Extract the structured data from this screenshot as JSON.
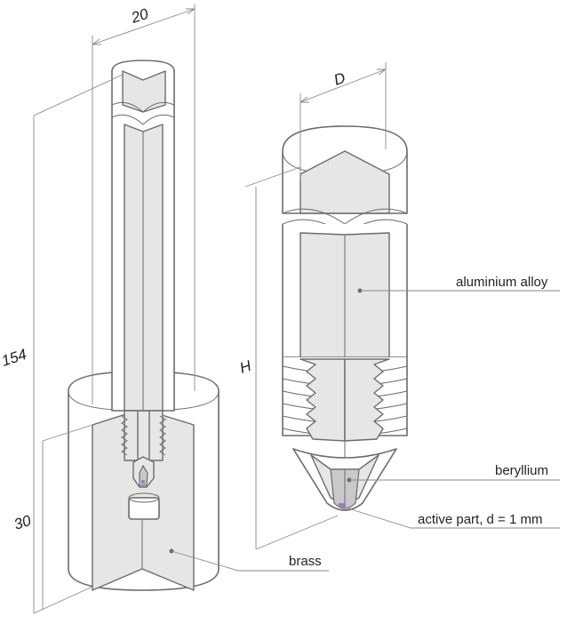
{
  "dimensions": {
    "width_left": "20",
    "diameter_right": "D",
    "total_height_left": "154",
    "base_height_left": "30",
    "height_right": "H"
  },
  "labels": {
    "aluminium": "aluminium alloy",
    "beryllium": "beryllium",
    "active_part": "active part, d = 1 mm",
    "brass": "brass"
  },
  "colors": {
    "section_fill": "#e6e6e6",
    "outline": "#6b6b6b",
    "active_tip": "#9b7fb8"
  }
}
